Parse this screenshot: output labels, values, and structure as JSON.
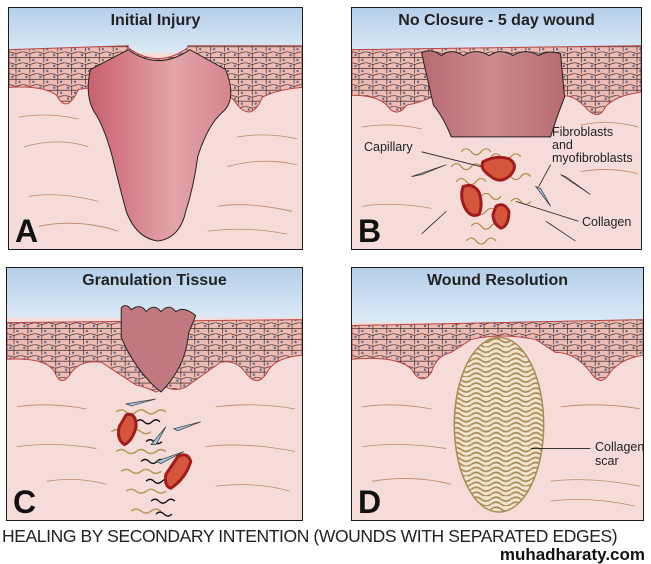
{
  "panels": [
    {
      "id": "A",
      "letter": "A",
      "title": "Initial Injury",
      "labels": []
    },
    {
      "id": "B",
      "letter": "B",
      "title": "No Closure - 5 day wound",
      "labels": {
        "capillary": "Capillary",
        "fibroblasts_line1": "Fibroblasts",
        "fibroblasts_line2": "and",
        "fibroblasts_line3": "myofibroblasts",
        "collagen": "Collagen"
      }
    },
    {
      "id": "C",
      "letter": "C",
      "title": "Granulation Tissue",
      "labels": []
    },
    {
      "id": "D",
      "letter": "D",
      "title": "Wound Resolution",
      "labels": {
        "collagen_scar_line1": "Collagen",
        "collagen_scar_line2": "scar"
      }
    }
  ],
  "caption": "HEALING BY SECONDARY INTENTION (WOUNDS WITH SEPARATED EDGES)",
  "watermark": "muhadharaty.com",
  "colors": {
    "sky": "#b9d3ec",
    "dermis": "#f6dcd8",
    "epidermis": "#eebcb2",
    "clot": "#c9707a",
    "collagen": "#a88a55",
    "capillary": "#c0392b",
    "fibroblast": "#a8c8e4"
  }
}
